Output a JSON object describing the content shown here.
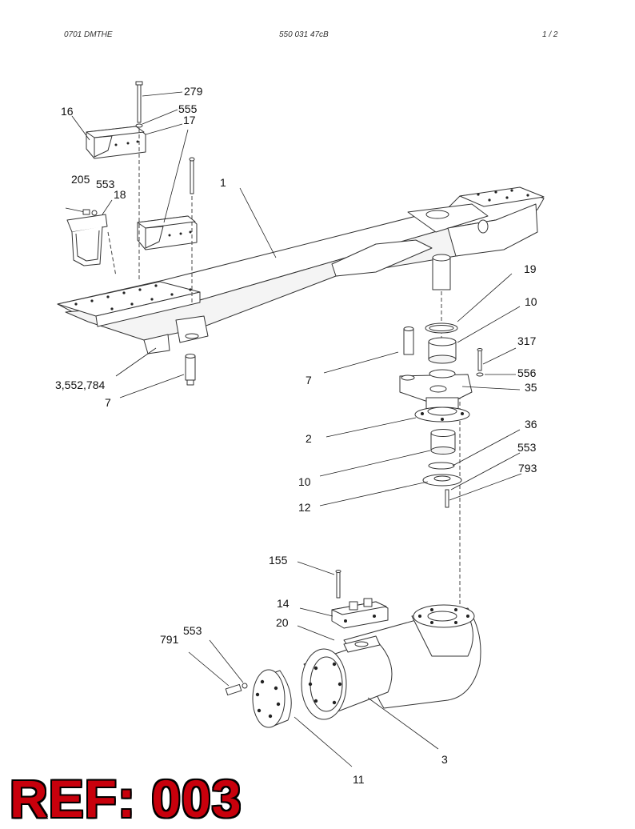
{
  "header": {
    "left": "0701 DMTHE",
    "center": "550 031 47cB",
    "right": "1 /   2"
  },
  "callouts": {
    "c279": "279",
    "c16": "16",
    "c555": "555",
    "c17": "17",
    "c205": "205",
    "c553a": "553",
    "c18": "18",
    "c1": "1",
    "c19": "19",
    "c10a": "10",
    "c317": "317",
    "c7a": "7",
    "c556": "556",
    "c35": "35",
    "c3552784": "3,552,784",
    "c7b": "7",
    "c2": "2",
    "c36": "36",
    "c553b": "553",
    "c10b": "10",
    "c793": "793",
    "c12": "12",
    "c155": "155",
    "c14": "14",
    "c20": "20",
    "c791": "791",
    "c553c": "553",
    "c3": "3",
    "c11": "11"
  },
  "stamp": "REF: 003"
}
